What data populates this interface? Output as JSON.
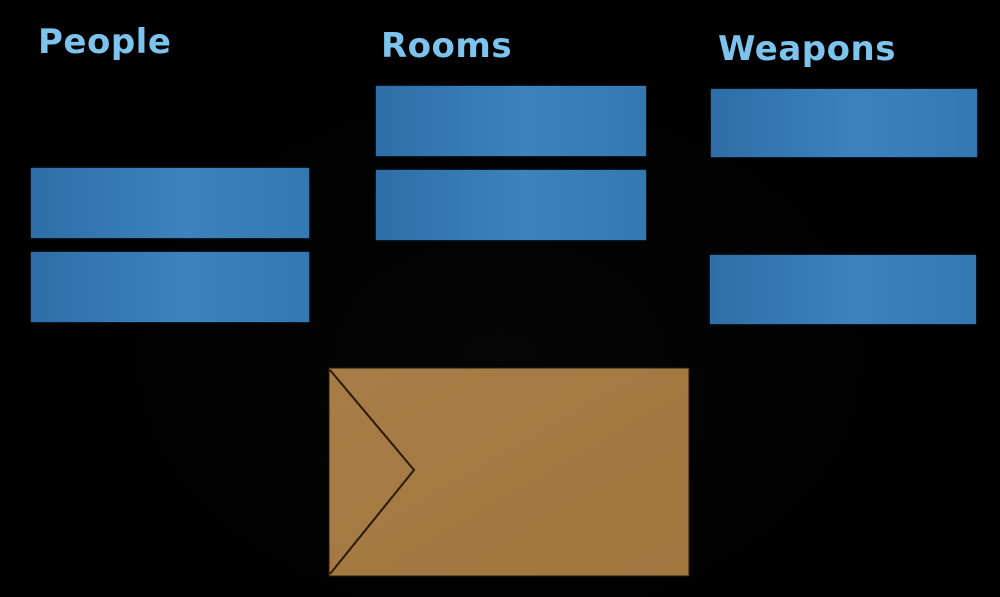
{
  "columns": [
    {
      "heading": "People",
      "slots": 2
    },
    {
      "heading": "Rooms",
      "slots": 2
    },
    {
      "heading": "Weapons",
      "slots": 2
    }
  ],
  "colors": {
    "background": "#000000",
    "heading_text": "#7cc4ee",
    "card_slot": "#3478b3",
    "envelope_fill": "#a57a45",
    "envelope_stroke": "#2a1a0a"
  },
  "icons": {
    "envelope": "envelope-icon"
  }
}
